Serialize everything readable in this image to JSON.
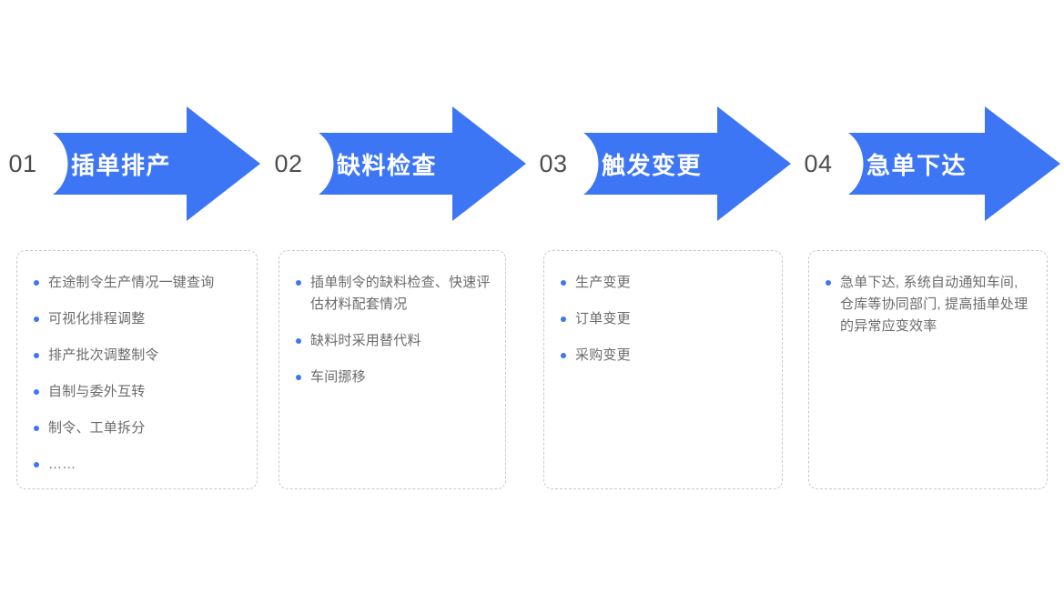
{
  "theme": {
    "arrow_blue": "#3d76f5",
    "bullet_blue": "#3d76f5",
    "number_gray": "#4d4d4d",
    "text_gray": "#6b6b6b",
    "card_border_gray": "#c9c9c9",
    "background": "#ffffff"
  },
  "steps": [
    {
      "number": "01",
      "label": "插单排产",
      "bullets": [
        "在途制令生产情况一键查询",
        "可视化排程调整",
        "排产批次调整制令",
        "自制与委外互转",
        "制令、工单拆分",
        "……"
      ]
    },
    {
      "number": "02",
      "label": "缺料检查",
      "bullets": [
        "插单制令的缺料检查、快速评估材料配套情况",
        "缺料时采用替代料",
        "车间挪移"
      ]
    },
    {
      "number": "03",
      "label": "触发变更",
      "bullets": [
        "生产变更",
        "订单变更",
        "采购变更"
      ]
    },
    {
      "number": "04",
      "label": "急单下达",
      "bullets": [
        "急单下达, 系统自动通知车间, 仓库等协同部门, 提高插单处理的异常应变效率"
      ]
    }
  ]
}
